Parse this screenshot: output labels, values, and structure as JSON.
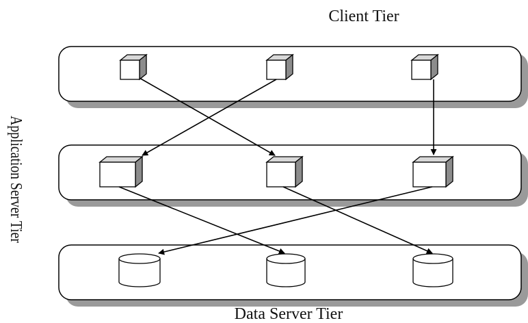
{
  "diagram": {
    "title_top": "Client Tier",
    "title_side": "Application Server Tier",
    "title_bottom": "Data Server Tier",
    "tiers": [
      {
        "id": "client",
        "label": "Client Tier",
        "node_shape": "cube",
        "node_count": 3
      },
      {
        "id": "app",
        "label": "Application Server Tier",
        "node_shape": "cube",
        "node_count": 3
      },
      {
        "id": "data",
        "label": "Data Server Tier",
        "node_shape": "cylinder",
        "node_count": 3
      }
    ],
    "connections": [
      {
        "from": "client-1",
        "to": "app-2"
      },
      {
        "from": "client-2",
        "to": "app-1"
      },
      {
        "from": "client-3",
        "to": "app-3"
      },
      {
        "from": "app-1",
        "to": "data-2"
      },
      {
        "from": "app-2",
        "to": "data-3"
      },
      {
        "from": "app-3",
        "to": "data-1"
      }
    ],
    "colors": {
      "line": "#000000",
      "panel_fill": "#ffffff",
      "shadow": "#9a9a9a",
      "cube_face": "#ffffff",
      "cube_top": "#d8d8d8",
      "cube_side": "#8c8c8c"
    }
  }
}
